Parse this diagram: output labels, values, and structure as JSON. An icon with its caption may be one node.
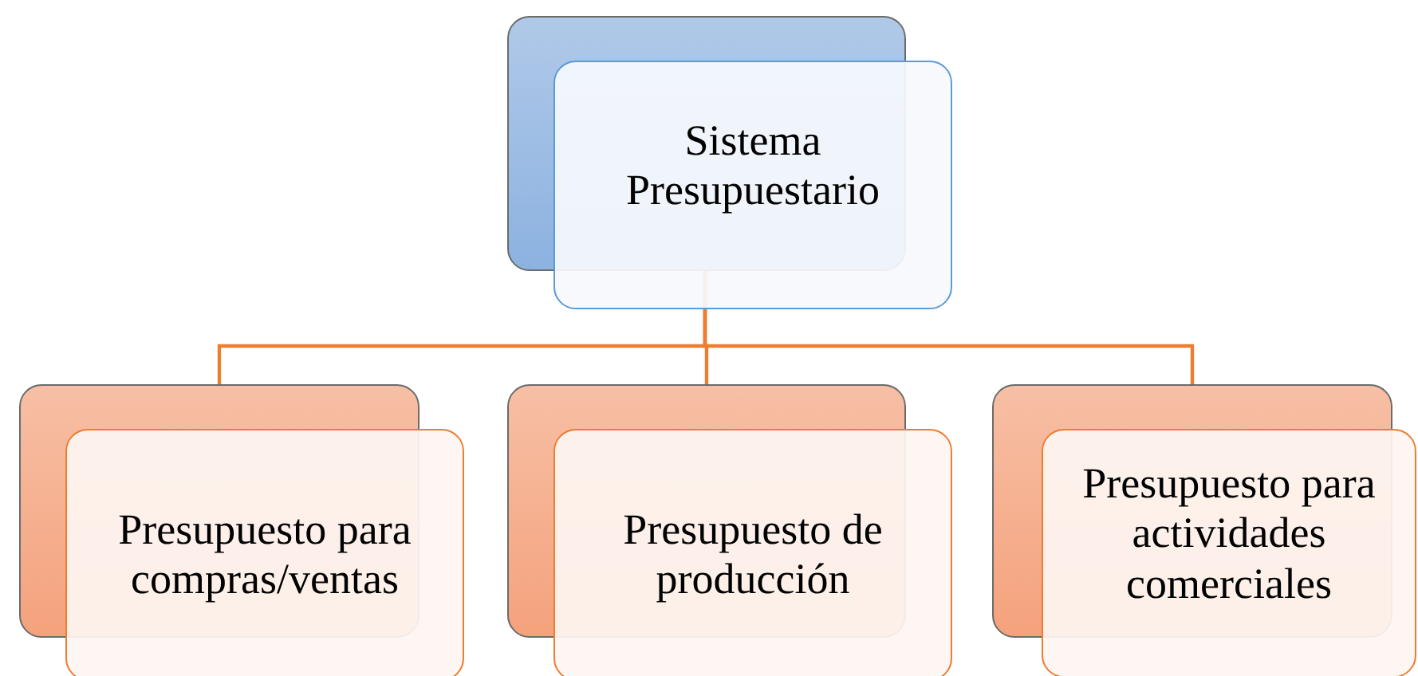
{
  "diagram": {
    "nodes": [
      {
        "text": [
          "Sistema Presupuestario"
        ]
      },
      {
        "text": [
          "Presupuesto para compras/ventas"
        ]
      },
      {
        "text": [
          "Presupuesto de producción"
        ]
      },
      {
        "text": [
          "Presupuesto para actividades comerciales"
        ]
      }
    ],
    "edges": [
      {
        "from": 0,
        "to": 1,
        "arrow": "none"
      },
      {
        "from": 0,
        "to": 2,
        "arrow": "none"
      },
      {
        "from": 0,
        "to": 3,
        "arrow": "none"
      }
    ]
  }
}
